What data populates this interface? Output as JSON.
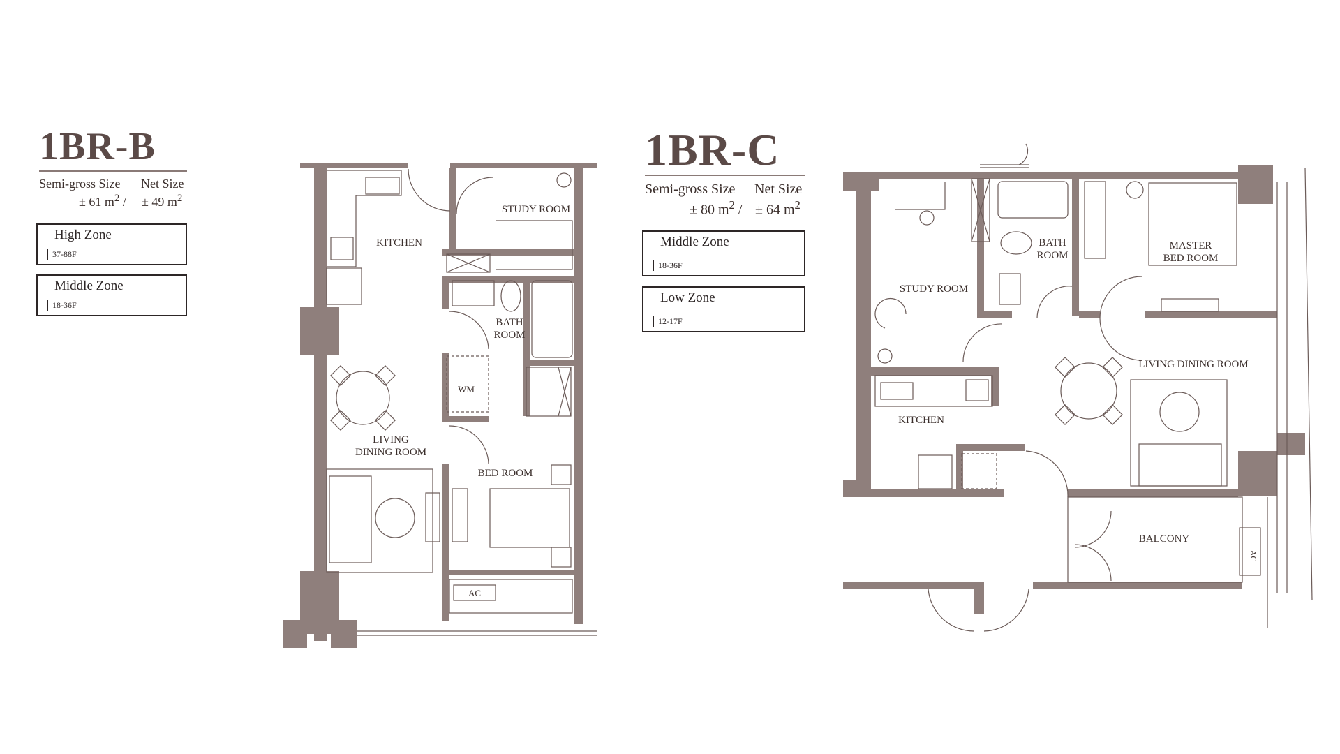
{
  "units": [
    {
      "title": "1BR-B",
      "semi_gross_label": "Semi-gross Size",
      "net_label": "Net Size",
      "semi_gross_value": "± 61 m",
      "net_value": "± 49 m",
      "sup": "2",
      "separator": "/",
      "zones": [
        {
          "name": "High Zone",
          "floors": "37-88F"
        },
        {
          "name": "Middle Zone",
          "floors": "18-36F"
        }
      ],
      "rooms": {
        "kitchen": "KITCHEN",
        "study": "STUDY ROOM",
        "bath_1": "BATH",
        "bath_2": "ROOM",
        "wm": "WM",
        "living_1": "LIVING",
        "living_2": "DINING ROOM",
        "bed": "BED ROOM",
        "ac": "AC"
      }
    },
    {
      "title": "1BR-C",
      "semi_gross_label": "Semi-gross Size",
      "net_label": "Net Size",
      "semi_gross_value": "± 80 m",
      "net_value": "± 64 m",
      "sup": "2",
      "separator": "/",
      "zones": [
        {
          "name": "Middle Zone",
          "floors": "18-36F"
        },
        {
          "name": "Low Zone",
          "floors": "12-17F"
        }
      ],
      "rooms": {
        "study": "STUDY ROOM",
        "bath_1": "BATH",
        "bath_2": "ROOM",
        "master_1": "MASTER",
        "master_2": "BED ROOM",
        "living": "LIVING DINING ROOM",
        "kitchen": "KITCHEN",
        "balcony": "BALCONY",
        "ac": "AC"
      }
    }
  ],
  "colors": {
    "wall": "#8f7f7c",
    "line": "#6b5b58",
    "title": "#5b4a47",
    "box_border": "#2d2626"
  }
}
